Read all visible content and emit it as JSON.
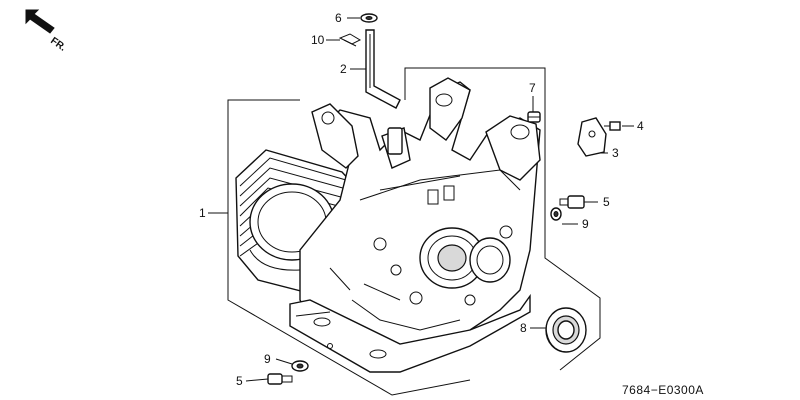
{
  "direction_marker": {
    "label": "FR.",
    "icon": "arrow-front-icon"
  },
  "reference_code": "7684−E0300A",
  "callouts": {
    "c1": "1",
    "c2": "2",
    "c3": "3",
    "c4": "4",
    "c5a": "5",
    "c5b": "5",
    "c6": "6",
    "c7": "7",
    "c8": "8",
    "c9a": "9",
    "c9b": "9",
    "c10": "10"
  }
}
